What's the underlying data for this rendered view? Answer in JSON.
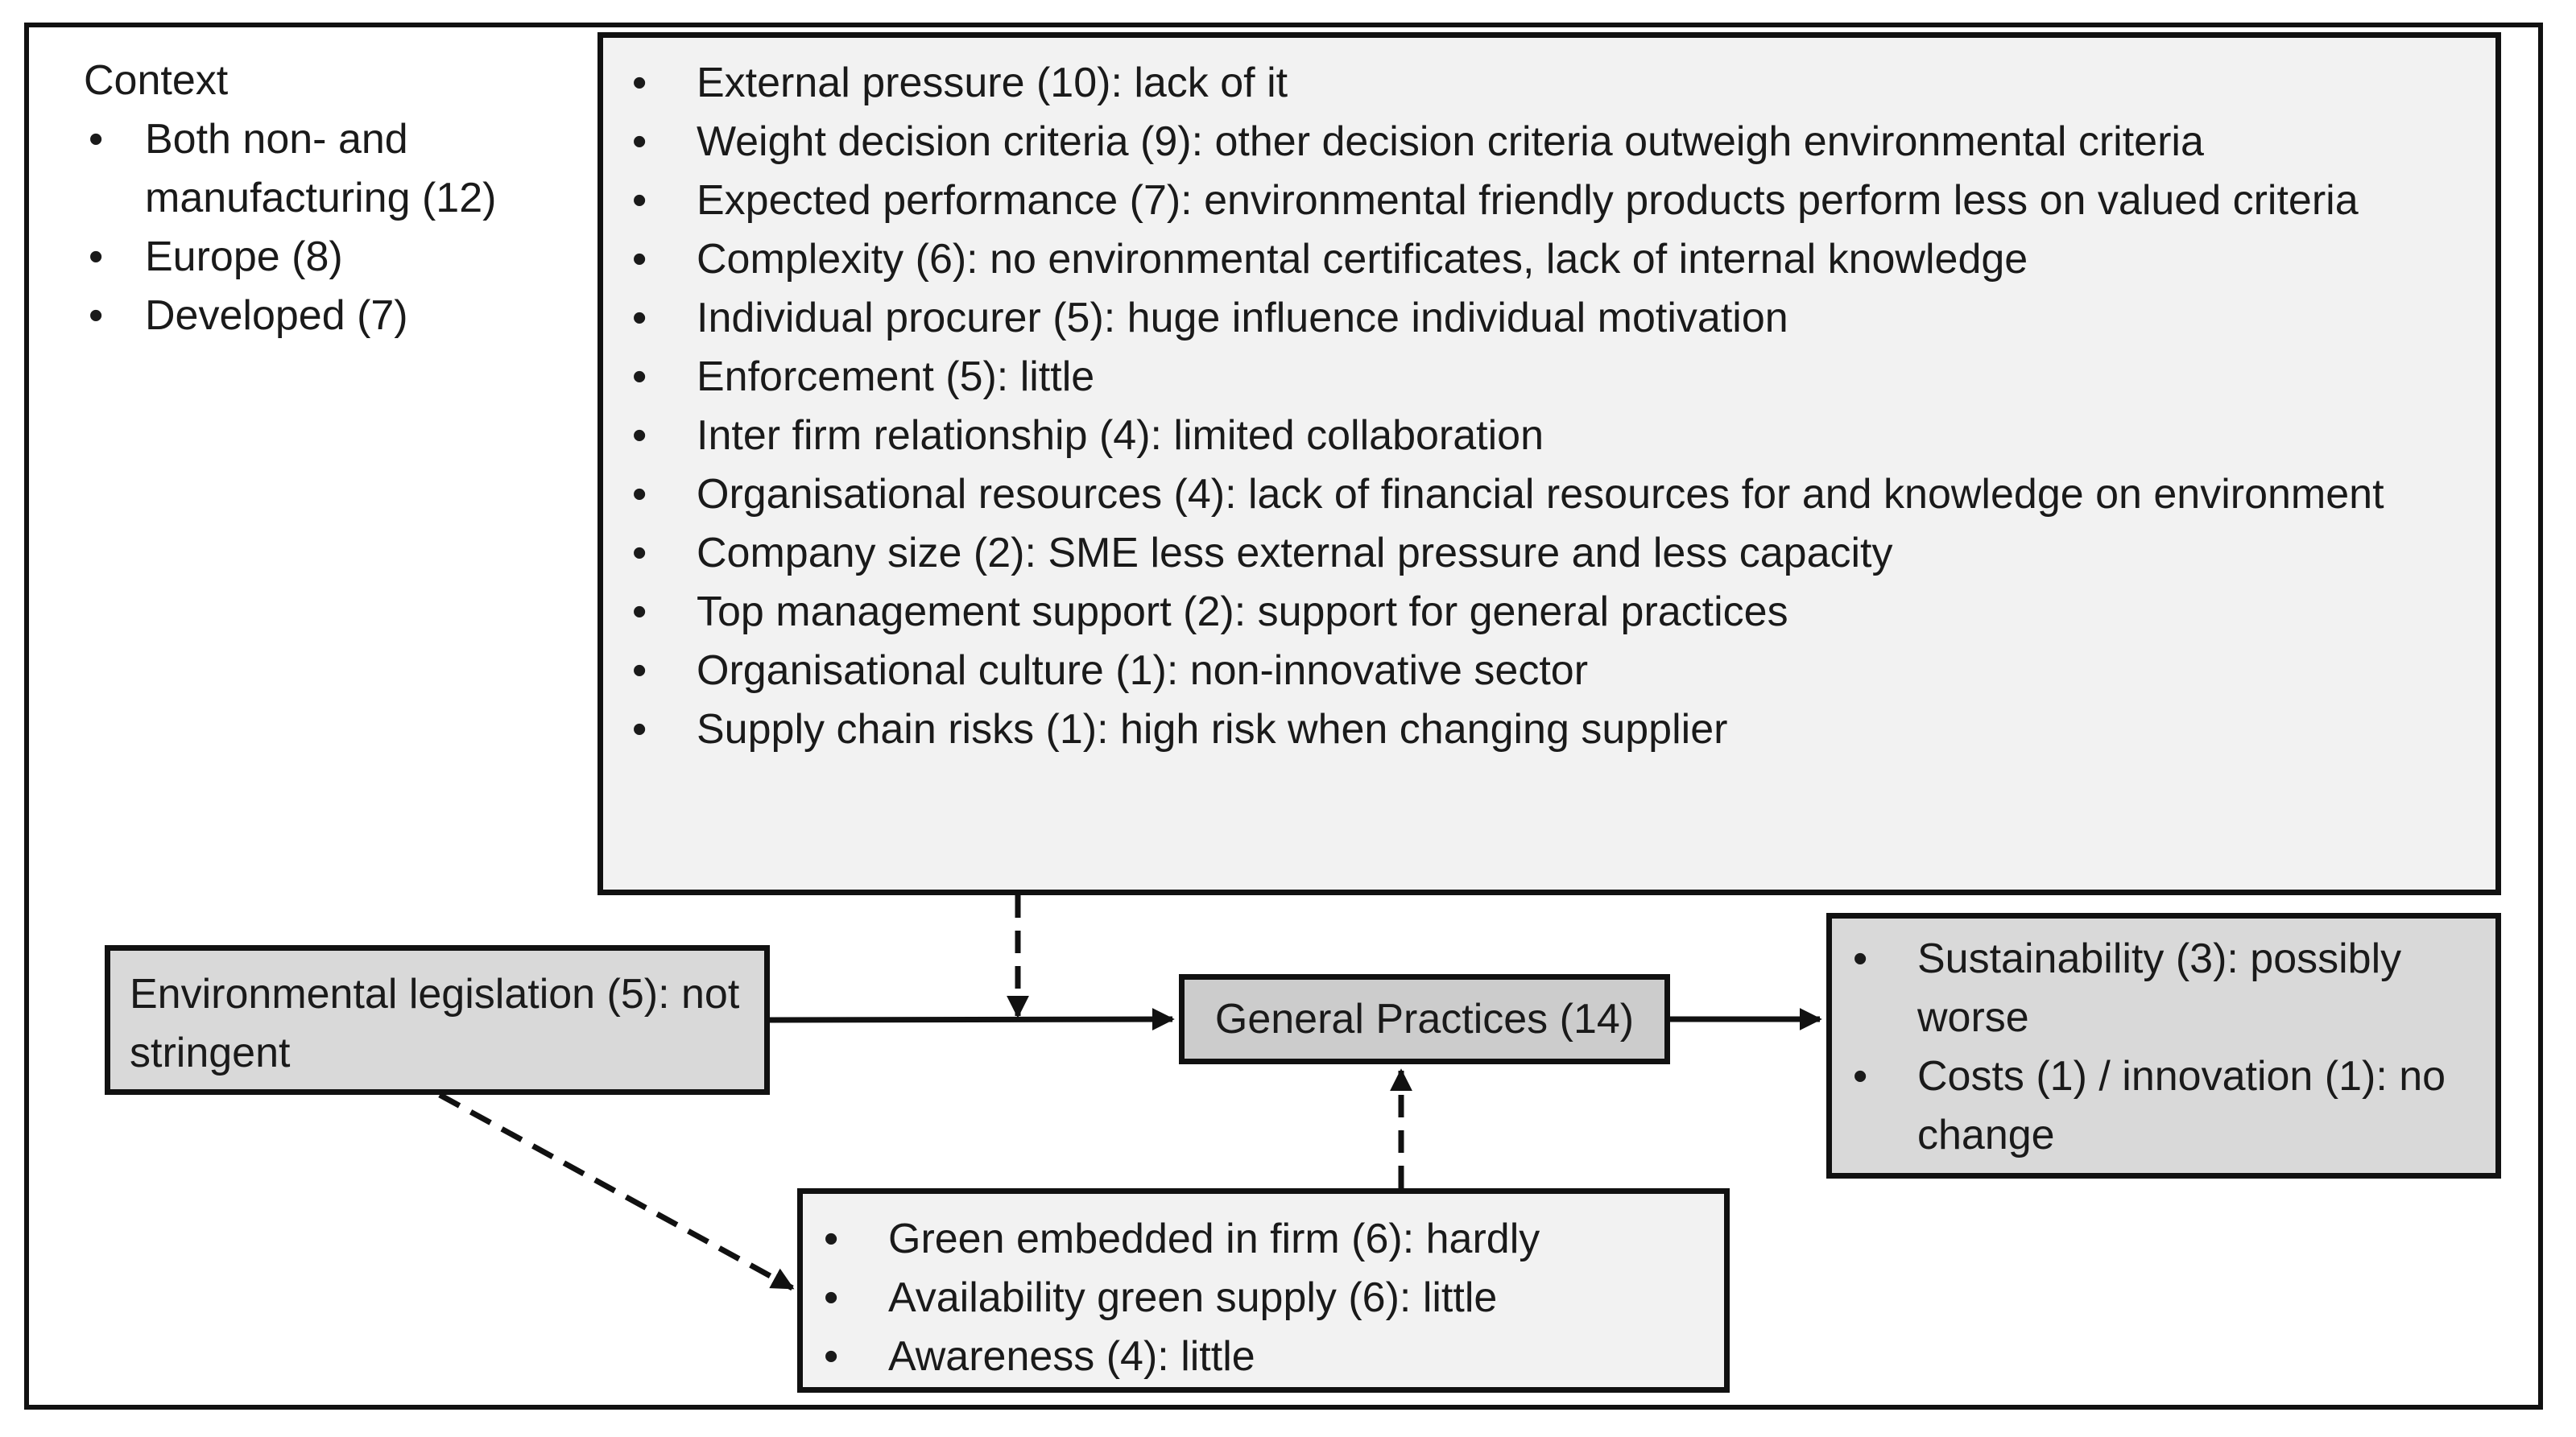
{
  "context": {
    "title": "Context",
    "items": [
      "Both non- and manufacturing (12)",
      "Europe (8)",
      "Developed (7)"
    ]
  },
  "factors": [
    "External pressure (10): lack of it",
    "Weight decision criteria (9): other decision criteria outweigh environmental criteria",
    "Expected performance (7): environmental friendly products perform less on valued criteria",
    "Complexity (6): no environmental certificates, lack of internal knowledge",
    "Individual procurer (5): huge influence individual motivation",
    "Enforcement (5): little",
    "Inter firm relationship (4): limited collaboration",
    "Organisational resources (4): lack of financial resources for and knowledge on environment",
    "Company size (2): SME less external pressure and less capacity",
    "Top management support (2): support for general practices",
    "Organisational culture (1): non-innovative sector",
    "Supply chain risks (1): high risk when changing supplier"
  ],
  "legislation": "Environmental legislation (5): not stringent",
  "practices": "General Practices (14)",
  "outcomes": [
    "Sustainability (3): possibly worse",
    "Costs (1) / innovation (1): no change"
  ],
  "moderators": [
    "Green embedded in firm (6): hardly",
    "Availability green supply (6): little",
    "Awareness (4): little"
  ],
  "colors": {
    "light_box": "#f2f2f2",
    "mid_box": "#d9d9d9",
    "dark_box": "#cccccc",
    "border": "#111111"
  }
}
